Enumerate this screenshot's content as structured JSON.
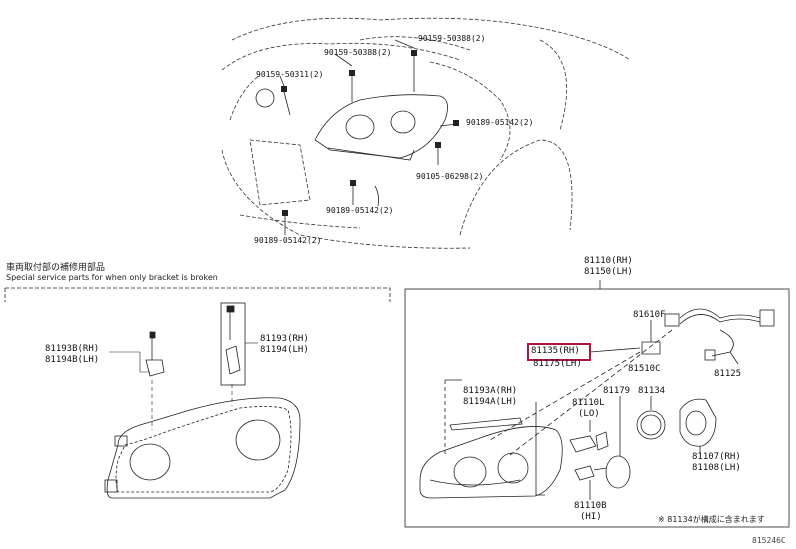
{
  "top_callouts": [
    "90159-50388(2)",
    "90159-50388(2)",
    "90159-50311(2)",
    "90189-05142(2)",
    "90105-06298(2)",
    "90189-05142(2)",
    "90189-05142(2)"
  ],
  "left_panel": {
    "title_jp": "車両取付部の補修用部品",
    "title_en": "Special service parts for when only bracket is broken",
    "labels": [
      "81193B(RH)",
      "81194B(LH)",
      "81193(RH)",
      "81194(LH)"
    ]
  },
  "right_panel": {
    "header": [
      "81110(RH)",
      "81150(LH)"
    ],
    "highlight": "81135(RH)",
    "labels": [
      "81610F",
      "81175(LH)",
      "81510C",
      "81125",
      "81193A(RH)",
      "81194A(LH)",
      "81110L",
      "(LO)",
      "81179",
      "81134",
      "81107(RH)",
      "81108(LH)",
      "81110B",
      "(HI)"
    ],
    "footnote": "※ 81134が構成に含まれます"
  },
  "figure_id": "815246C"
}
